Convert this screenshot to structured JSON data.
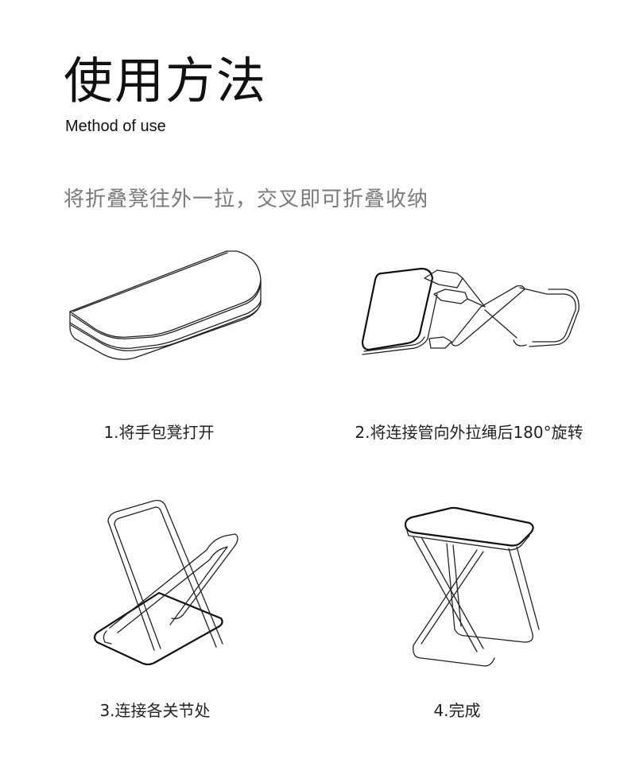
{
  "header": {
    "title": "使用方法",
    "subtitle": "Method of use"
  },
  "description": "将折叠凳往外一拉，交叉即可折叠收纳",
  "steps": [
    {
      "label": "1.将手包凳打开",
      "illustration": "folded-stool-icon"
    },
    {
      "label": "2.将连接管向外拉绳后180°旋转",
      "illustration": "unfolding-stool-icon"
    },
    {
      "label": "3.连接各关节处",
      "illustration": "connecting-joints-icon"
    },
    {
      "label": "4.完成",
      "illustration": "finished-stool-icon"
    }
  ]
}
